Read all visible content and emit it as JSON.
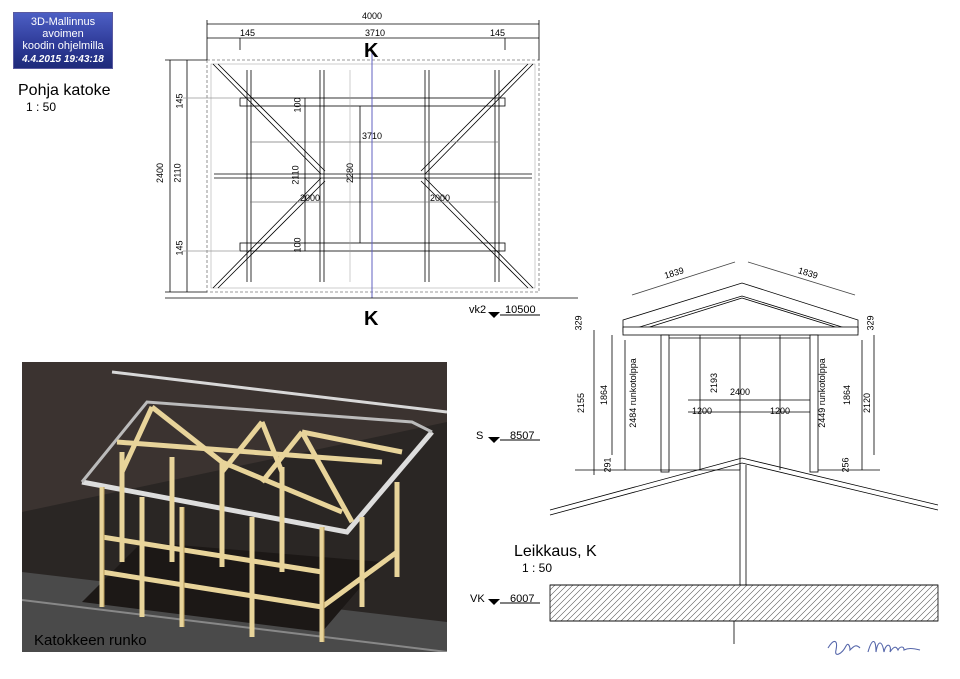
{
  "badge": {
    "line1": "3D-Mallinnus avoimen",
    "line2": "koodin ohjelmilla",
    "timestamp": "4.4.2015 19:43:18"
  },
  "plan": {
    "title": "Pohja katoke",
    "scale": "1 : 50",
    "section_mark": "K",
    "dims": {
      "total_width": "4000",
      "left_overhang": "145",
      "inner_width": "3710",
      "right_overhang": "145",
      "inner_width_2": "3710",
      "total_depth": "2400",
      "depth_left": "2110",
      "top_overhang": "145",
      "bottom_overhang": "145",
      "inner_depth": "2110",
      "top_offset": "100",
      "bottom_offset": "100",
      "ridge_height": "2280",
      "left_half": "2000",
      "right_half": "2000"
    }
  },
  "section": {
    "title": "Leikkaus, K",
    "scale": "1 : 50",
    "levels": [
      {
        "name": "vk2",
        "value": "10500"
      },
      {
        "name": "S",
        "value": "8507"
      },
      {
        "name": "VK",
        "value": "6007"
      }
    ],
    "dims": {
      "rafter_left": "1839",
      "rafter_right": "1839",
      "eave_left": "329",
      "eave_right": "329",
      "height_2155": "2155",
      "height_1864_left": "1864",
      "post_left": "2484 runkotolppa",
      "post_right": "2449 runkotolppa",
      "height_1864_right": "1864",
      "height_2120": "2120",
      "height_2193": "2193",
      "span": "2400",
      "half_left": "1200",
      "half_right": "1200",
      "base_left": "291",
      "base_right": "256"
    }
  },
  "photo": {
    "caption": "Katokkeen runko"
  },
  "colors": {
    "timber": "#e8d49a",
    "timber_dark": "#b89c5c",
    "ground": "#2a2624",
    "section_line": "#6060c0"
  }
}
